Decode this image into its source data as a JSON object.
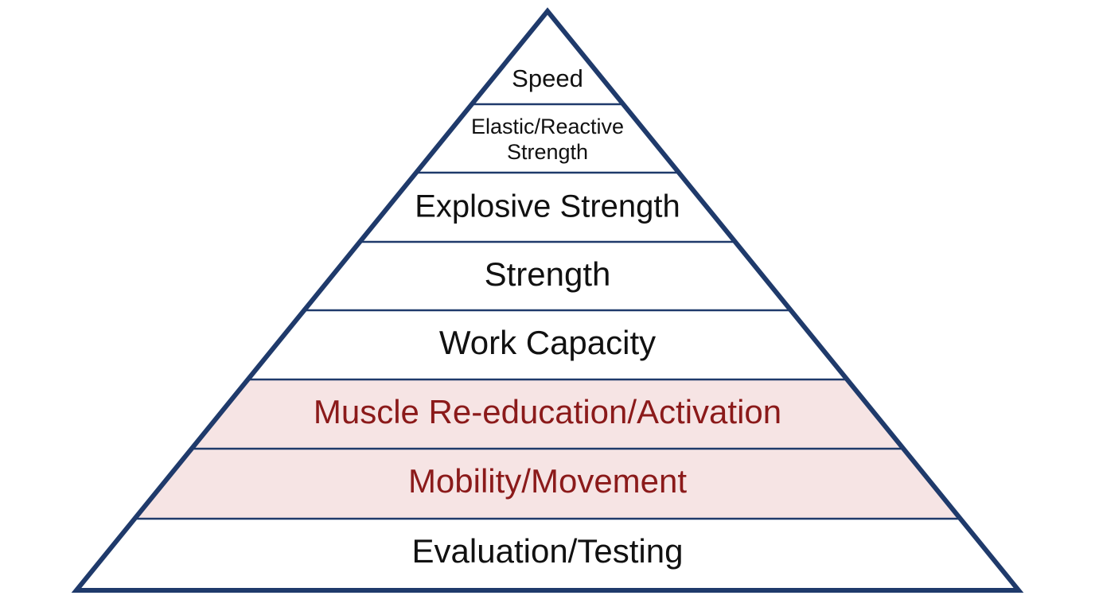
{
  "colors": {
    "outline": "#1f3a6b",
    "text_default": "#111111",
    "text_highlight": "#8b1a1a",
    "fill_default": "#ffffff",
    "fill_highlight": "#f6e4e4"
  },
  "pyramid": {
    "tiers_top_to_bottom": [
      {
        "lines": [
          "Speed"
        ],
        "highlight": false
      },
      {
        "lines": [
          "Elastic/Reactive",
          "Strength"
        ],
        "highlight": false
      },
      {
        "lines": [
          "Explosive Strength"
        ],
        "highlight": false
      },
      {
        "lines": [
          "Strength"
        ],
        "highlight": false
      },
      {
        "lines": [
          "Work Capacity"
        ],
        "highlight": false
      },
      {
        "lines": [
          "Muscle Re-education/Activation"
        ],
        "highlight": true
      },
      {
        "lines": [
          "Mobility/Movement"
        ],
        "highlight": true
      },
      {
        "lines": [
          "Evaluation/Testing"
        ],
        "highlight": false
      }
    ]
  }
}
